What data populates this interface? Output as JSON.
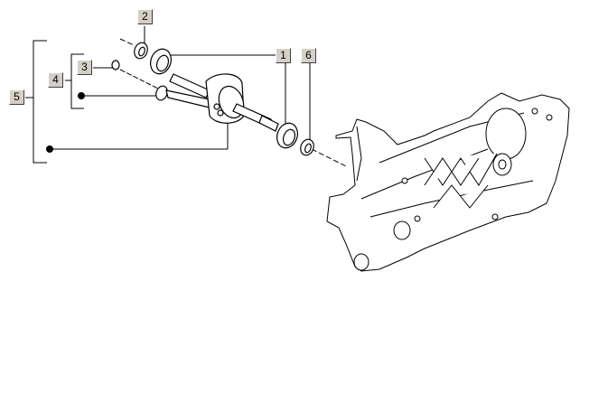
{
  "diagram": {
    "type": "exploded-parts-diagram",
    "subject": "crankshaft assembly and crankcase",
    "callouts": [
      {
        "id": "1",
        "label": "1"
      },
      {
        "id": "2",
        "label": "2"
      },
      {
        "id": "3",
        "label": "3"
      },
      {
        "id": "4",
        "label": "4"
      },
      {
        "id": "5",
        "label": "5"
      },
      {
        "id": "6",
        "label": "6"
      }
    ]
  }
}
